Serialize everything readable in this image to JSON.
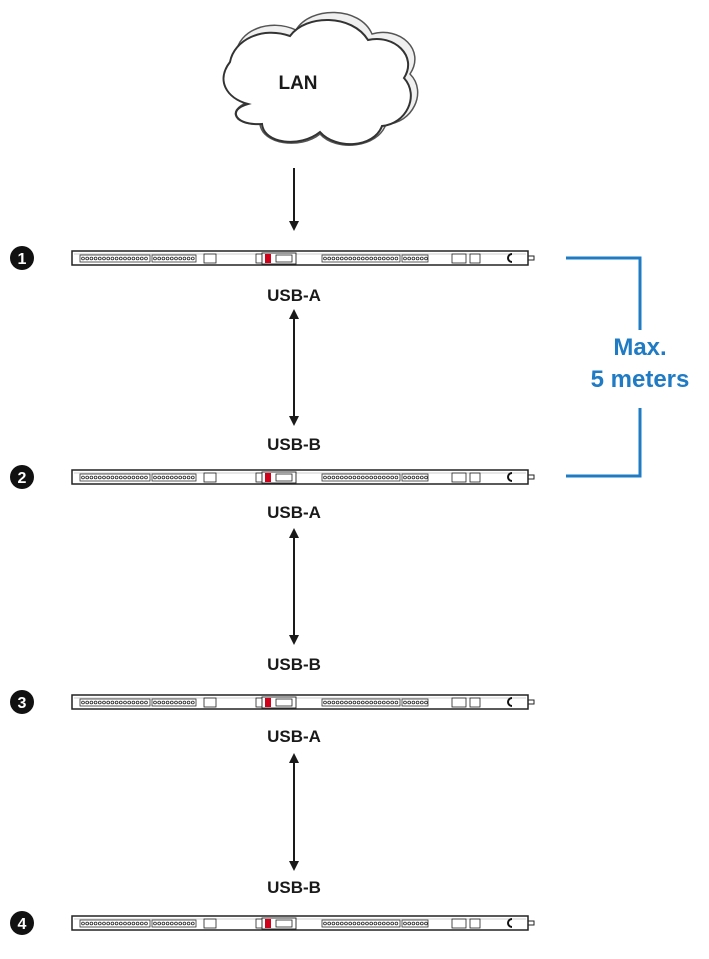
{
  "diagram": {
    "lan_label": "LAN",
    "colors": {
      "accent": "#1f7bc4",
      "ink": "#1a1a1a",
      "strip_highlight": "#d0021b"
    },
    "units": [
      {
        "number": "1",
        "top_label": "",
        "bottom_label": "USB-A"
      },
      {
        "number": "2",
        "top_label": "USB-B",
        "bottom_label": "USB-A"
      },
      {
        "number": "3",
        "top_label": "USB-B",
        "bottom_label": "USB-A"
      },
      {
        "number": "4",
        "top_label": "USB-B",
        "bottom_label": ""
      }
    ],
    "distance": {
      "line1": "Max.",
      "line2": "5 meters"
    }
  }
}
